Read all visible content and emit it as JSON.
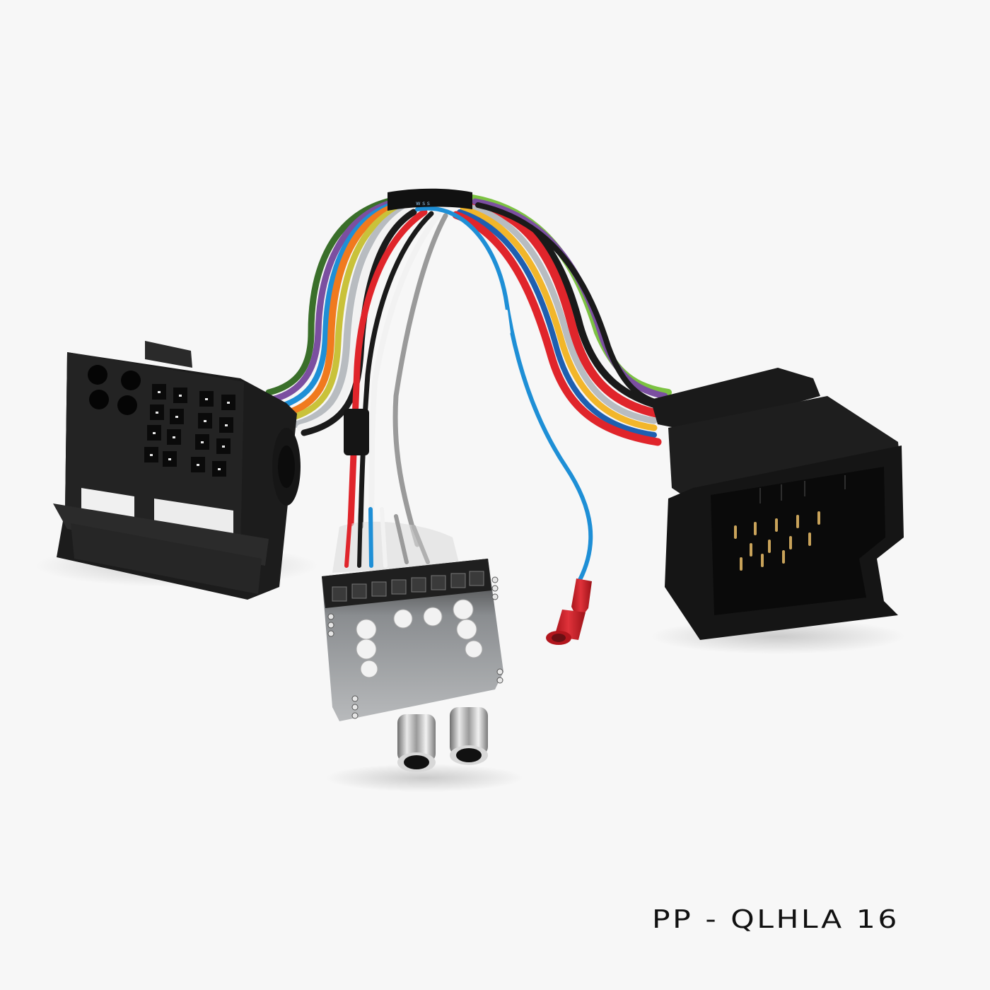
{
  "page": {
    "background": "#f7f7f7"
  },
  "product": {
    "code": "PP - QLHLA 16",
    "type": "wiring-harness-adapter"
  },
  "components": {
    "left_connector": {
      "kind": "quadlock-female",
      "color": "#1c1c1c",
      "pin_cells": 16,
      "large_sockets": 4
    },
    "right_connector": {
      "kind": "quadlock-male",
      "color": "#151515",
      "pin_color": "#c9a35a",
      "visible_pins": 12
    },
    "harness": {
      "sleeve_color": "#111111",
      "wire_colors": [
        "#f07a1e",
        "#b8bcc0",
        "#f2f2f2",
        "#e0252b",
        "#1e8fd6",
        "#1a1a1a",
        "#7b4fa0",
        "#7cc242",
        "#f2b62a",
        "#3a6f2a",
        "#c9c23a",
        "#8a8a8a"
      ]
    },
    "converter_board": {
      "kind": "high-to-low-level-converter",
      "pcb_color": "#222222",
      "outputs": 2,
      "output_type": "RCA",
      "connector_finish": "#c8c8c8"
    },
    "bullet_connector": {
      "color": "#d4222a",
      "wire_color": "#1e8fd6"
    }
  }
}
